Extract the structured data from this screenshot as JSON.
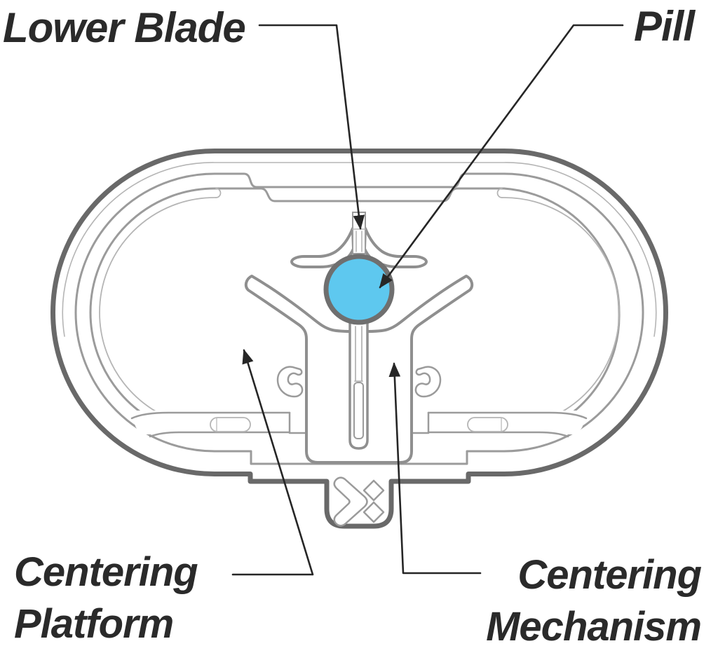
{
  "page": {
    "background": "#ffffff",
    "description": "Line-art diagram of a pill-splitter base showing internal parts with callout labels"
  },
  "labels": {
    "lower_blade": "Lower Blade",
    "pill": "Pill",
    "centering_platform": "Centering Platform",
    "centering_mechanism": "Centering Mechanism"
  },
  "annotations": [
    {
      "label": "Lower Blade",
      "points_to": "vertical blade channel above the pill"
    },
    {
      "label": "Pill",
      "points_to": "blue round pill held at center"
    },
    {
      "label": "Centering Platform",
      "points_to": "flat platform deck left of the center column"
    },
    {
      "label": "Centering Mechanism",
      "points_to": "center column with sprung V-arms"
    }
  ],
  "colors": {
    "background": "#ffffff",
    "pill_fill": "#5ec8ef",
    "pill_stroke": "#6f6f6f",
    "outline_dark": "#696969",
    "outline_medium": "#8f8f8f",
    "outline_light": "#9b9b9b",
    "detail_light": "#b5b5b5",
    "label_text": "#2a2a2a",
    "leader_line": "#262626"
  },
  "icons": [
    {
      "name": "x-logo-mark",
      "meaning": "molded X brand mark on the bottom tab"
    }
  ]
}
